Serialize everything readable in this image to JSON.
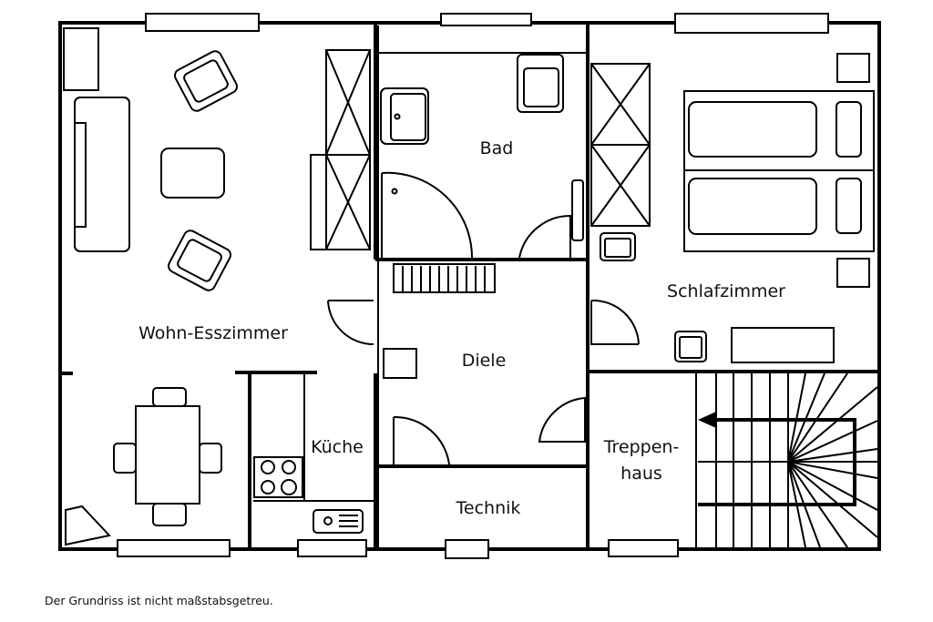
{
  "rooms": {
    "wohn_esszimmer": "Wohn-Esszimmer",
    "bad": "Bad",
    "schlafzimmer": "Schlafzimmer",
    "diele": "Diele",
    "kueche": "Küche",
    "technik": "Technik",
    "treppenhaus_line1": "Treppen-",
    "treppenhaus_line2": "haus"
  },
  "footnote": "Der Grundriss ist nicht maßstabsgetreu.",
  "colors": {
    "line": "#000000",
    "background": "#ffffff"
  }
}
